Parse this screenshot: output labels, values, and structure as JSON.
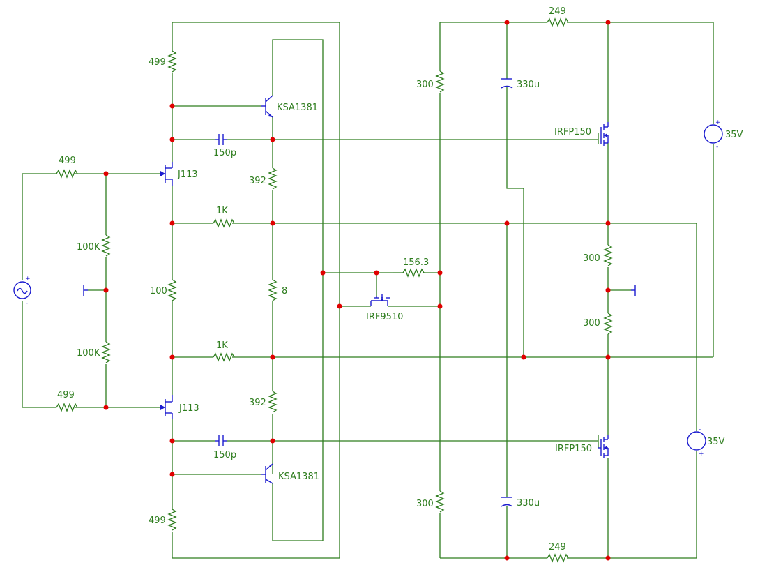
{
  "components": {
    "r_top_left": {
      "value": "499"
    },
    "q_top": {
      "name": "KSA1381"
    },
    "c_top": {
      "value": "150p"
    },
    "r_in_top": {
      "value": "499"
    },
    "j_top": {
      "name": "J113"
    },
    "r_392_top": {
      "value": "392"
    },
    "r_1k_top": {
      "value": "1K"
    },
    "r_100k_top": {
      "value": "100K"
    },
    "r_100": {
      "value": "100"
    },
    "r_8": {
      "value": "8"
    },
    "r_100k_bot": {
      "value": "100K"
    },
    "r_1k_bot": {
      "value": "1K"
    },
    "r_in_bot": {
      "value": "499"
    },
    "j_bot": {
      "name": "J113"
    },
    "r_392_bot": {
      "value": "392"
    },
    "c_bot": {
      "value": "150p"
    },
    "q_bot": {
      "name": "KSA1381"
    },
    "r_bot_left": {
      "value": "499"
    },
    "r_249_top": {
      "value": "249"
    },
    "r_300_top": {
      "value": "300"
    },
    "c_330_top": {
      "value": "330u"
    },
    "m_top": {
      "name": "IRFP150"
    },
    "v_top": {
      "value": "35V"
    },
    "r_156": {
      "value": "156.3"
    },
    "m_mid": {
      "name": "IRF9510"
    },
    "r_300_mid_top": {
      "value": "300"
    },
    "r_300_mid_bot": {
      "value": "300"
    },
    "m_bot": {
      "name": "IRFP150"
    },
    "v_bot": {
      "value": "35V"
    },
    "r_300_bot": {
      "value": "300"
    },
    "c_330_bot": {
      "value": "330u"
    },
    "r_249_bot": {
      "value": "249"
    }
  },
  "symbols": {
    "plus": "+",
    "minus": "-"
  }
}
